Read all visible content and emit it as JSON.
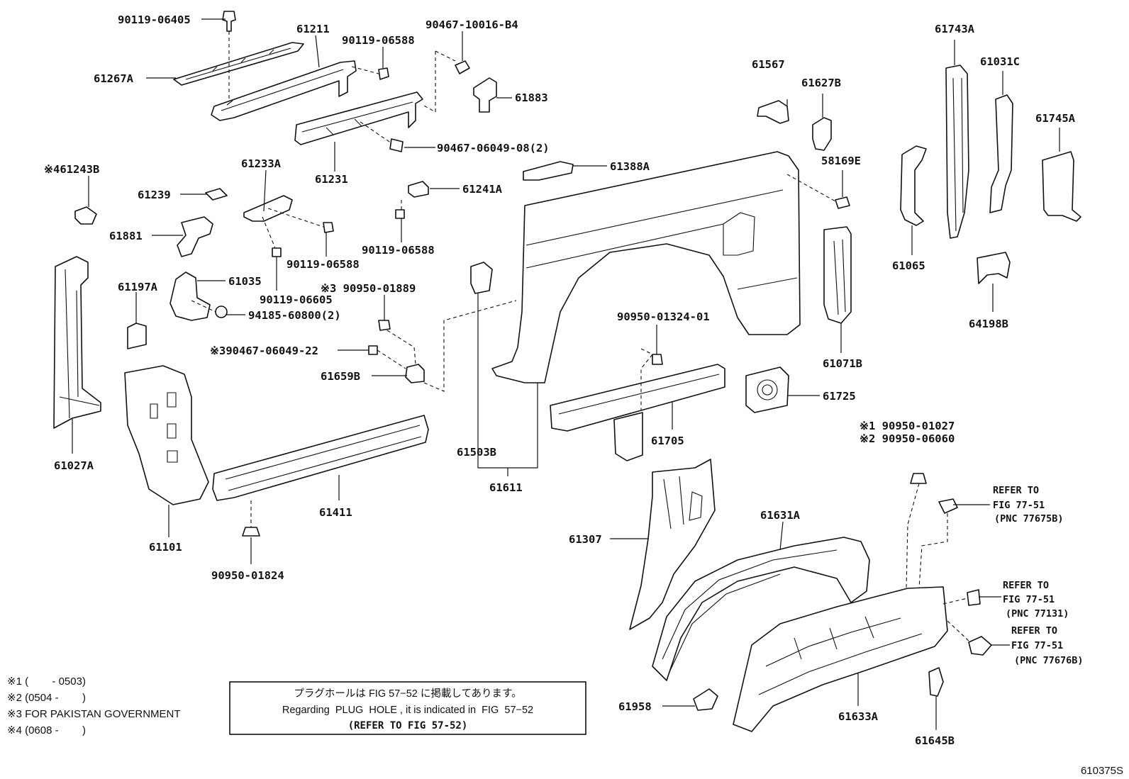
{
  "labels": {
    "p90119_06405": "90119-06405",
    "p61211": "61211",
    "p90119_06588_a": "90119-06588",
    "p90467_10016": "90467-10016-B4",
    "p61267A": "61267A",
    "p61883": "61883",
    "p90467_06049_08": "90467-06049-08(2)",
    "p61231": "61231",
    "p61243B": "※461243B",
    "p61233A": "61233A",
    "p61239": "61239",
    "p61241A": "61241A",
    "p61881": "61881",
    "p90119_06588_b": "90119-06588",
    "p90119_06588_c": "90119-06588",
    "p61035": "61035",
    "p61197A": "61197A",
    "p90119_06605": "90119-06605",
    "p90950_01889": "※3 90950-01889",
    "p94185_60800": "94185-60800(2)",
    "p90467_06049_22": "※390467-06049-22",
    "p61659B": "61659B",
    "p61027A": "61027A",
    "p61101": "61101",
    "p61411": "61411",
    "p90950_01824": "90950-01824",
    "p61503B": "61503B",
    "p61611": "61611",
    "p61388A": "61388A",
    "p61567": "61567",
    "p61627B": "61627B",
    "p58169E": "58169E",
    "p61071B": "61071B",
    "p90950_01324": "90950-01324-01",
    "p61705": "61705",
    "p61725": "61725",
    "p61743A": "61743A",
    "p61031C": "61031C",
    "p61745A": "61745A",
    "p61065": "61065",
    "p64198B": "64198B",
    "p90950_01027": "※1 90950-01027",
    "p90950_06060": "※2 90950-06060",
    "p61307": "61307",
    "p61631A": "61631A",
    "p61958": "61958",
    "p61633A": "61633A",
    "p61645B": "61645B"
  },
  "refs": [
    {
      "l1": "REFER TO",
      "l2": "FIG 77-51",
      "l3": "(PNC 77675B)"
    },
    {
      "l1": "REFER TO",
      "l2": "FIG 77-51",
      "l3": "(PNC 77131)"
    },
    {
      "l1": "REFER TO",
      "l2": "FIG 77-51",
      "l3": "(PNC 77676B)"
    }
  ],
  "footnotes": [
    "※1 (        - 0503)",
    "※2 (0504 -        )",
    "※3 FOR PAKISTAN GOVERNMENT",
    "※4 (0608 -        )"
  ],
  "notebox": {
    "jp": "プラグホールは FIG 57−52 に掲載してあります。",
    "en": "Regarding  PLUG  HOLE , it is indicated in  FIG  57−52",
    "ref": "(REFER TO FIG 57-52)"
  },
  "figure_code": "610375S"
}
